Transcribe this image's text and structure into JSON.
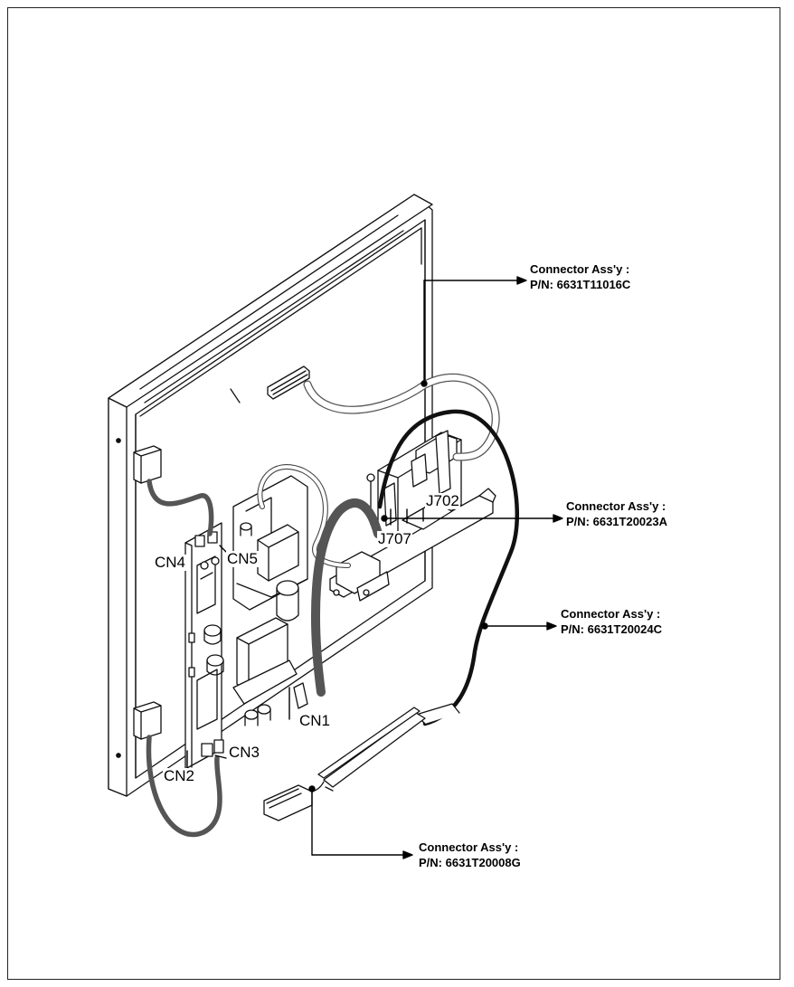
{
  "callouts": [
    {
      "title": "Connector Ass'y :",
      "part": "P/N: 6631T11016C"
    },
    {
      "title": "Connector Ass'y :",
      "part": "P/N: 6631T20023A"
    },
    {
      "title": "Connector Ass'y :",
      "part": "P/N: 6631T20024C"
    },
    {
      "title": "Connector Ass'y :",
      "part": "P/N: 6631T20008G"
    }
  ],
  "connector_labels": {
    "j702": "J702",
    "j707": "J707",
    "cn1": "CN1",
    "cn2": "CN2",
    "cn3": "CN3",
    "cn4": "CN4",
    "cn5": "CN5"
  }
}
